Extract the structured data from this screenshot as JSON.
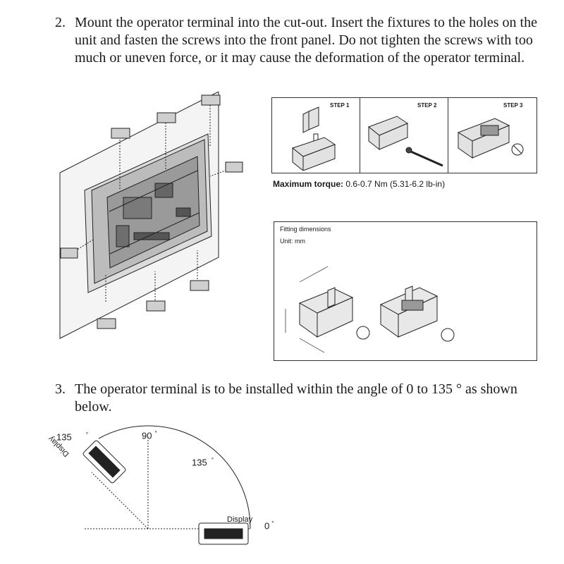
{
  "step2": {
    "number": "2.",
    "text": "Mount the operator terminal into the cut-out. Insert the fixtures to the holes on the unit and fasten the screws into the front panel. Do not tighten the screws with too much or uneven force, or it may cause the deformation of the operator terminal."
  },
  "steps_panel": {
    "step1": "STEP 1",
    "step2": "STEP 2",
    "step3": "STEP 3"
  },
  "torque": {
    "label": "Maximum torque:",
    "value": "0.6-0.7 Nm (5.31-6.2 lb-in)"
  },
  "fitting": {
    "title": "Fitting dimensions",
    "unit": "Unit: mm"
  },
  "step3": {
    "number": "3.",
    "text": "The operator terminal is to be installed within the angle of 0 to 135 ° as shown below."
  },
  "angle_diagram": {
    "label_135_left": "135",
    "label_90": "90",
    "label_135_arc": "135",
    "label_0": "0",
    "degree": "°",
    "display_bottom": "Display",
    "display_tilted": "Display"
  }
}
